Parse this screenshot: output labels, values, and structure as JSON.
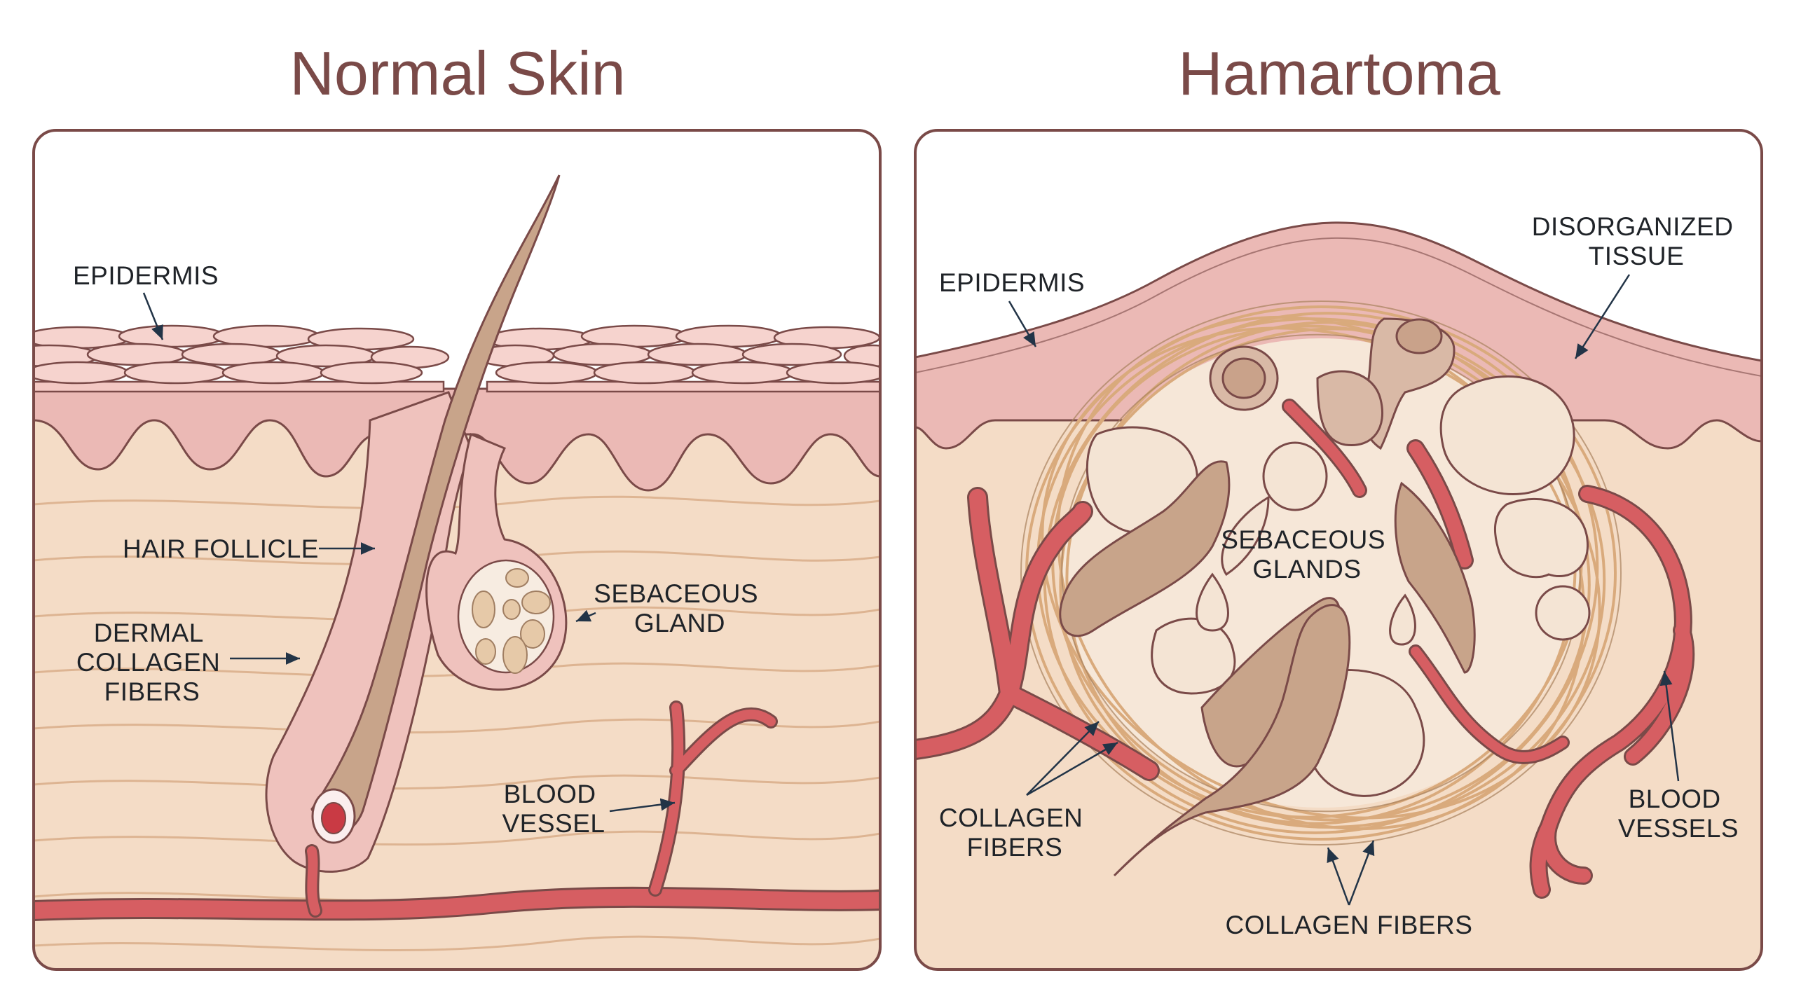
{
  "titles": {
    "left": "Normal Skin",
    "right": "Hamartoma"
  },
  "normal": {
    "epidermis": "EPIDERMIS",
    "hair_follicle": "HAIR FOLLICLE",
    "dermal": [
      "DERMAL",
      "COLLAGEN",
      "FIBERS"
    ],
    "sebaceous": [
      "SEBACEOUS",
      "GLAND"
    ],
    "blood": [
      "BLOOD",
      "VESSEL"
    ]
  },
  "hamartoma": {
    "epidermis": "EPIDERMIS",
    "disorganized": [
      "DISORGANIZED",
      "TISSUE"
    ],
    "sebaceous": [
      "SEBACEOUS",
      "GLANDS"
    ],
    "collagen_left": [
      "COLLAGEN",
      "FIBERS"
    ],
    "collagen_bottom": "COLLAGEN FIBERS",
    "blood": [
      "BLOOD",
      "VESSELS"
    ]
  },
  "colors": {
    "title": "#7a4a48",
    "outline": "#7a4a48",
    "dermis": "#f4dcc6",
    "epidermis": "#e9b8b4",
    "skin_cells": "#f6d1cc",
    "vessel": "#d55e62",
    "hair": "#c6a28a",
    "follicle": "#efc0bd",
    "fiber": "#d9aa7c"
  }
}
